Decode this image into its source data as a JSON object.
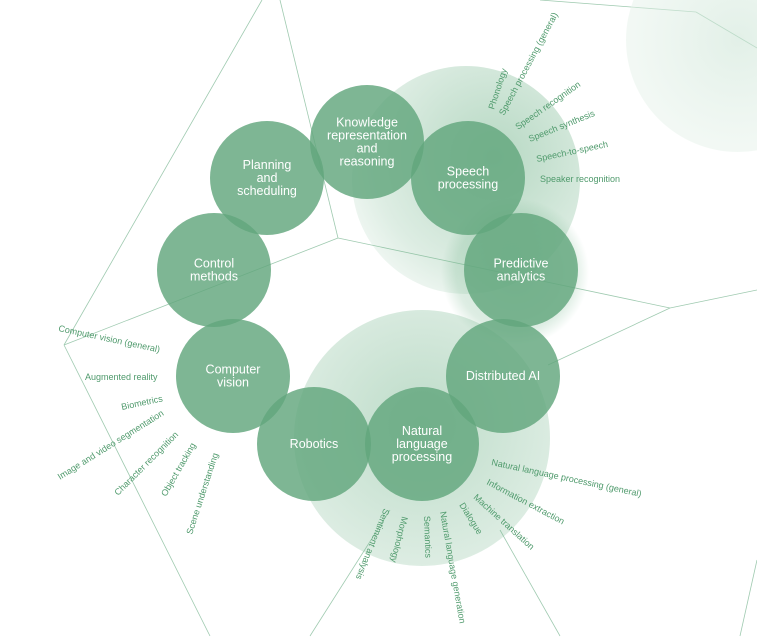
{
  "nodes": [
    {
      "id": "knowledge",
      "label": [
        "Knowledge",
        "representation",
        "and",
        "reasoning"
      ]
    },
    {
      "id": "speech",
      "label": [
        "Speech",
        "processing"
      ]
    },
    {
      "id": "planning",
      "label": [
        "Planning",
        "and",
        "scheduling"
      ]
    },
    {
      "id": "control",
      "label": [
        "Control",
        "methods"
      ]
    },
    {
      "id": "predictive",
      "label": [
        "Predictive",
        "analytics"
      ]
    },
    {
      "id": "distributed",
      "label": [
        "Distributed AI"
      ]
    },
    {
      "id": "vision",
      "label": [
        "Computer",
        "vision"
      ]
    },
    {
      "id": "robotics",
      "label": [
        "Robotics"
      ]
    },
    {
      "id": "nlp",
      "label": [
        "Natural",
        "language",
        "processing"
      ]
    }
  ],
  "speech_subtopics": [
    "Phonology",
    "Speech processing (general)",
    "Speech recognition",
    "Speech synthesis",
    "Speech-to-speech",
    "Speaker recognition"
  ],
  "vision_subtopics": [
    "Computer vision (general)",
    "Augmented reality",
    "Biometrics",
    "Image and video segmentation",
    "Character recognition",
    "Object tracking",
    "Scene understanding"
  ],
  "nlp_subtopics": [
    "Natural language processing (general)",
    "Information extraction",
    "Machine translation",
    "Dialogue",
    "Natural language generation",
    "Semantics",
    "Morphology",
    "Sentiment analysis"
  ],
  "colors": {
    "circle": "#62a67c",
    "text": "#4f9a6c",
    "line": "#9fcab0",
    "halo": "#7ab891"
  }
}
